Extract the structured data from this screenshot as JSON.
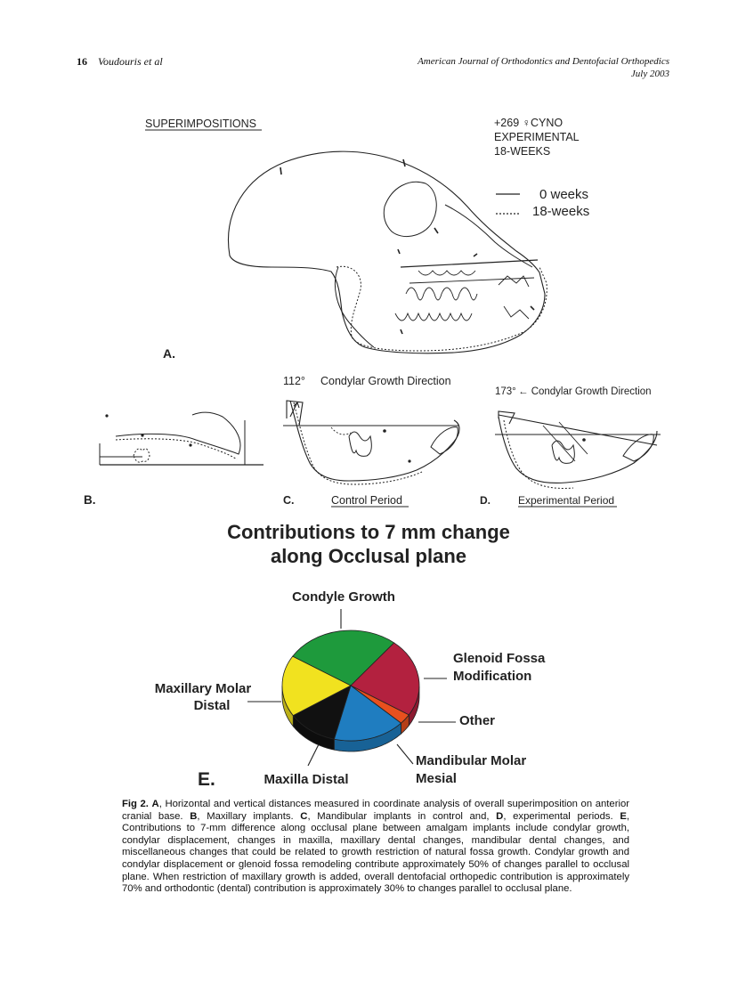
{
  "header": {
    "page_number": "16",
    "author": "Voudouris et al",
    "journal": "American Journal of Orthodontics and Dentofacial Orthopedics",
    "date": "July 2003"
  },
  "panel_a": {
    "title": "SUPERIMPOSITIONS",
    "specimen_line1": "+269 ♀CYNO",
    "specimen_line2": "EXPERIMENTAL",
    "specimen_line3": "18-WEEKS",
    "legend_solid": "0 weeks",
    "legend_dashed": "18-weeks",
    "label": "A."
  },
  "panel_b": {
    "label": "B."
  },
  "panel_c": {
    "label": "C.",
    "angle": "112°",
    "direction_text": "Condylar Growth Direction",
    "period": "Control Period"
  },
  "panel_d": {
    "label": "D.",
    "angle": "173°",
    "direction_text": "← Condylar Growth Direction",
    "period": "Experimental Period"
  },
  "panel_e": {
    "label": "E."
  },
  "chart_data": {
    "type": "pie",
    "title_line1": "Contributions to 7 mm change",
    "title_line2": "along Occlusal plane",
    "slices": [
      {
        "name": "Condyle Growth",
        "value": 27,
        "color": "#1e9a3c"
      },
      {
        "name_line1": "Glenoid Fossa",
        "name_line2": "Modification",
        "value": 23,
        "color": "#b3213f"
      },
      {
        "name": "Other",
        "value": 3,
        "color": "#e8501e"
      },
      {
        "name_line1": "Mandibular Molar",
        "name_line2": "Mesial",
        "value": 17,
        "color": "#1f7dc0"
      },
      {
        "name": "Maxilla Distal",
        "value": 12,
        "color": "#111111"
      },
      {
        "name_line1": "Maxillary Molar",
        "name_line2": "Distal",
        "value": 18,
        "color": "#f1e21f"
      }
    ]
  },
  "caption": {
    "fig": "Fig 2.",
    "a_key": "A",
    "a_text": ", Horizontal and vertical distances measured in coordinate analysis of overall superimposition on anterior cranial base. ",
    "b_key": "B",
    "b_text": ", Maxillary implants. ",
    "c_key": "C",
    "c_text": ", Mandibular implants in control and, ",
    "d_key": "D",
    "d_text": ", experimental periods. ",
    "e_key": "E",
    "e_text": ", Contributions to 7-mm difference along occlusal plane between amalgam implants include condylar growth, condylar displacement, changes in maxilla, maxillary dental changes, mandibular dental changes, and miscellaneous changes that could be related to growth restriction of natural fossa growth. Condylar growth and condylar displacement or glenoid fossa remodeling contribute approximately 50% of changes parallel to occlusal plane. When restriction of maxillary growth is added, overall dentofacial orthopedic contribution is approximately 70% and orthodontic (dental) contribution is approximately 30% to changes parallel to occlusal plane."
  }
}
